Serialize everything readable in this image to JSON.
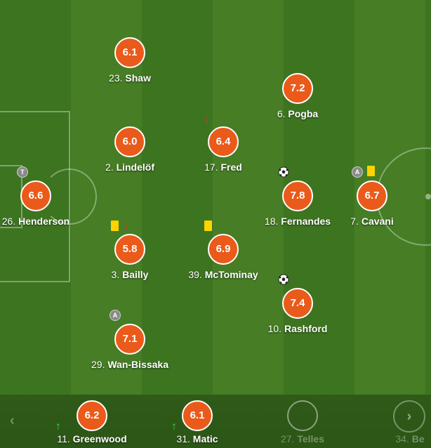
{
  "lineup": [
    {
      "number": "23.",
      "name": "Shaw",
      "rating": "6.1"
    },
    {
      "number": "6.",
      "name": "Pogba",
      "rating": "7.2"
    },
    {
      "number": "2.",
      "name": "Lindelöf",
      "rating": "6.0"
    },
    {
      "number": "17.",
      "name": "Fred",
      "rating": "6.4"
    },
    {
      "number": "26.",
      "name": "Henderson",
      "rating": "6.6",
      "badge": "T"
    },
    {
      "number": "18.",
      "name": "Fernandes",
      "rating": "7.8"
    },
    {
      "number": "7.",
      "name": "Cavani",
      "rating": "6.7",
      "badge": "A"
    },
    {
      "number": "3.",
      "name": "Bailly",
      "rating": "5.8"
    },
    {
      "number": "39.",
      "name": "McTominay",
      "rating": "6.9"
    },
    {
      "number": "10.",
      "name": "Rashford",
      "rating": "7.4"
    },
    {
      "number": "29.",
      "name": "Wan-Bissaka",
      "rating": "7.1",
      "badge": "A"
    }
  ],
  "bench": [
    {
      "number": "11.",
      "name": "Greenwood",
      "rating": "6.2"
    },
    {
      "number": "31.",
      "name": "Matic",
      "rating": "6.1"
    },
    {
      "number": "27.",
      "name": "Telles"
    },
    {
      "number": "34.",
      "name": "Be"
    }
  ],
  "icons": {
    "sub_out": "↓",
    "sub_in": "↑",
    "prev": "‹",
    "next": "›"
  },
  "colors": {
    "rating_bg": "#ea5a1a",
    "yellow_card": "#ffd400",
    "sub_out": "#e8322a",
    "sub_in": "#2ddc3a"
  }
}
